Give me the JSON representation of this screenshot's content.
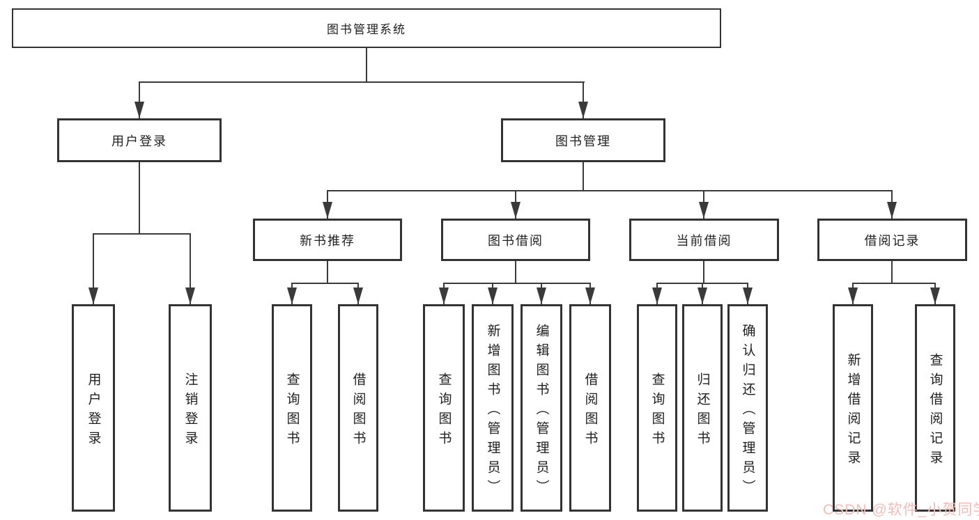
{
  "tree": {
    "root": {
      "label": "图书管理系统"
    },
    "branches": [
      {
        "label": "用户登录",
        "children": [
          {
            "label": "用户登录"
          },
          {
            "label": "注销登录"
          }
        ]
      },
      {
        "label": "图书管理",
        "children": [
          {
            "label": "新书推荐",
            "children": [
              {
                "label": "查询图书"
              },
              {
                "label": "借阅图书"
              }
            ]
          },
          {
            "label": "图书借阅",
            "children": [
              {
                "label": "查询图书"
              },
              {
                "label": "新增图书（管理员）"
              },
              {
                "label": "编辑图书（管理员）"
              },
              {
                "label": "借阅图书"
              }
            ]
          },
          {
            "label": "当前借阅",
            "children": [
              {
                "label": "查询图书"
              },
              {
                "label": "归还图书"
              },
              {
                "label": "确认归还（管理员）"
              }
            ]
          },
          {
            "label": "借阅记录",
            "children": [
              {
                "label": "新增借阅记录"
              },
              {
                "label": "查询借阅记录"
              }
            ]
          }
        ]
      }
    ]
  },
  "watermark": {
    "text": "CSDN @软件_小贺同学",
    "color": "#f4bcb8"
  },
  "colors": {
    "line": "#3a3a3a",
    "box_border": "#333333",
    "text": "#1f1f1f",
    "background": "#ffffff"
  }
}
